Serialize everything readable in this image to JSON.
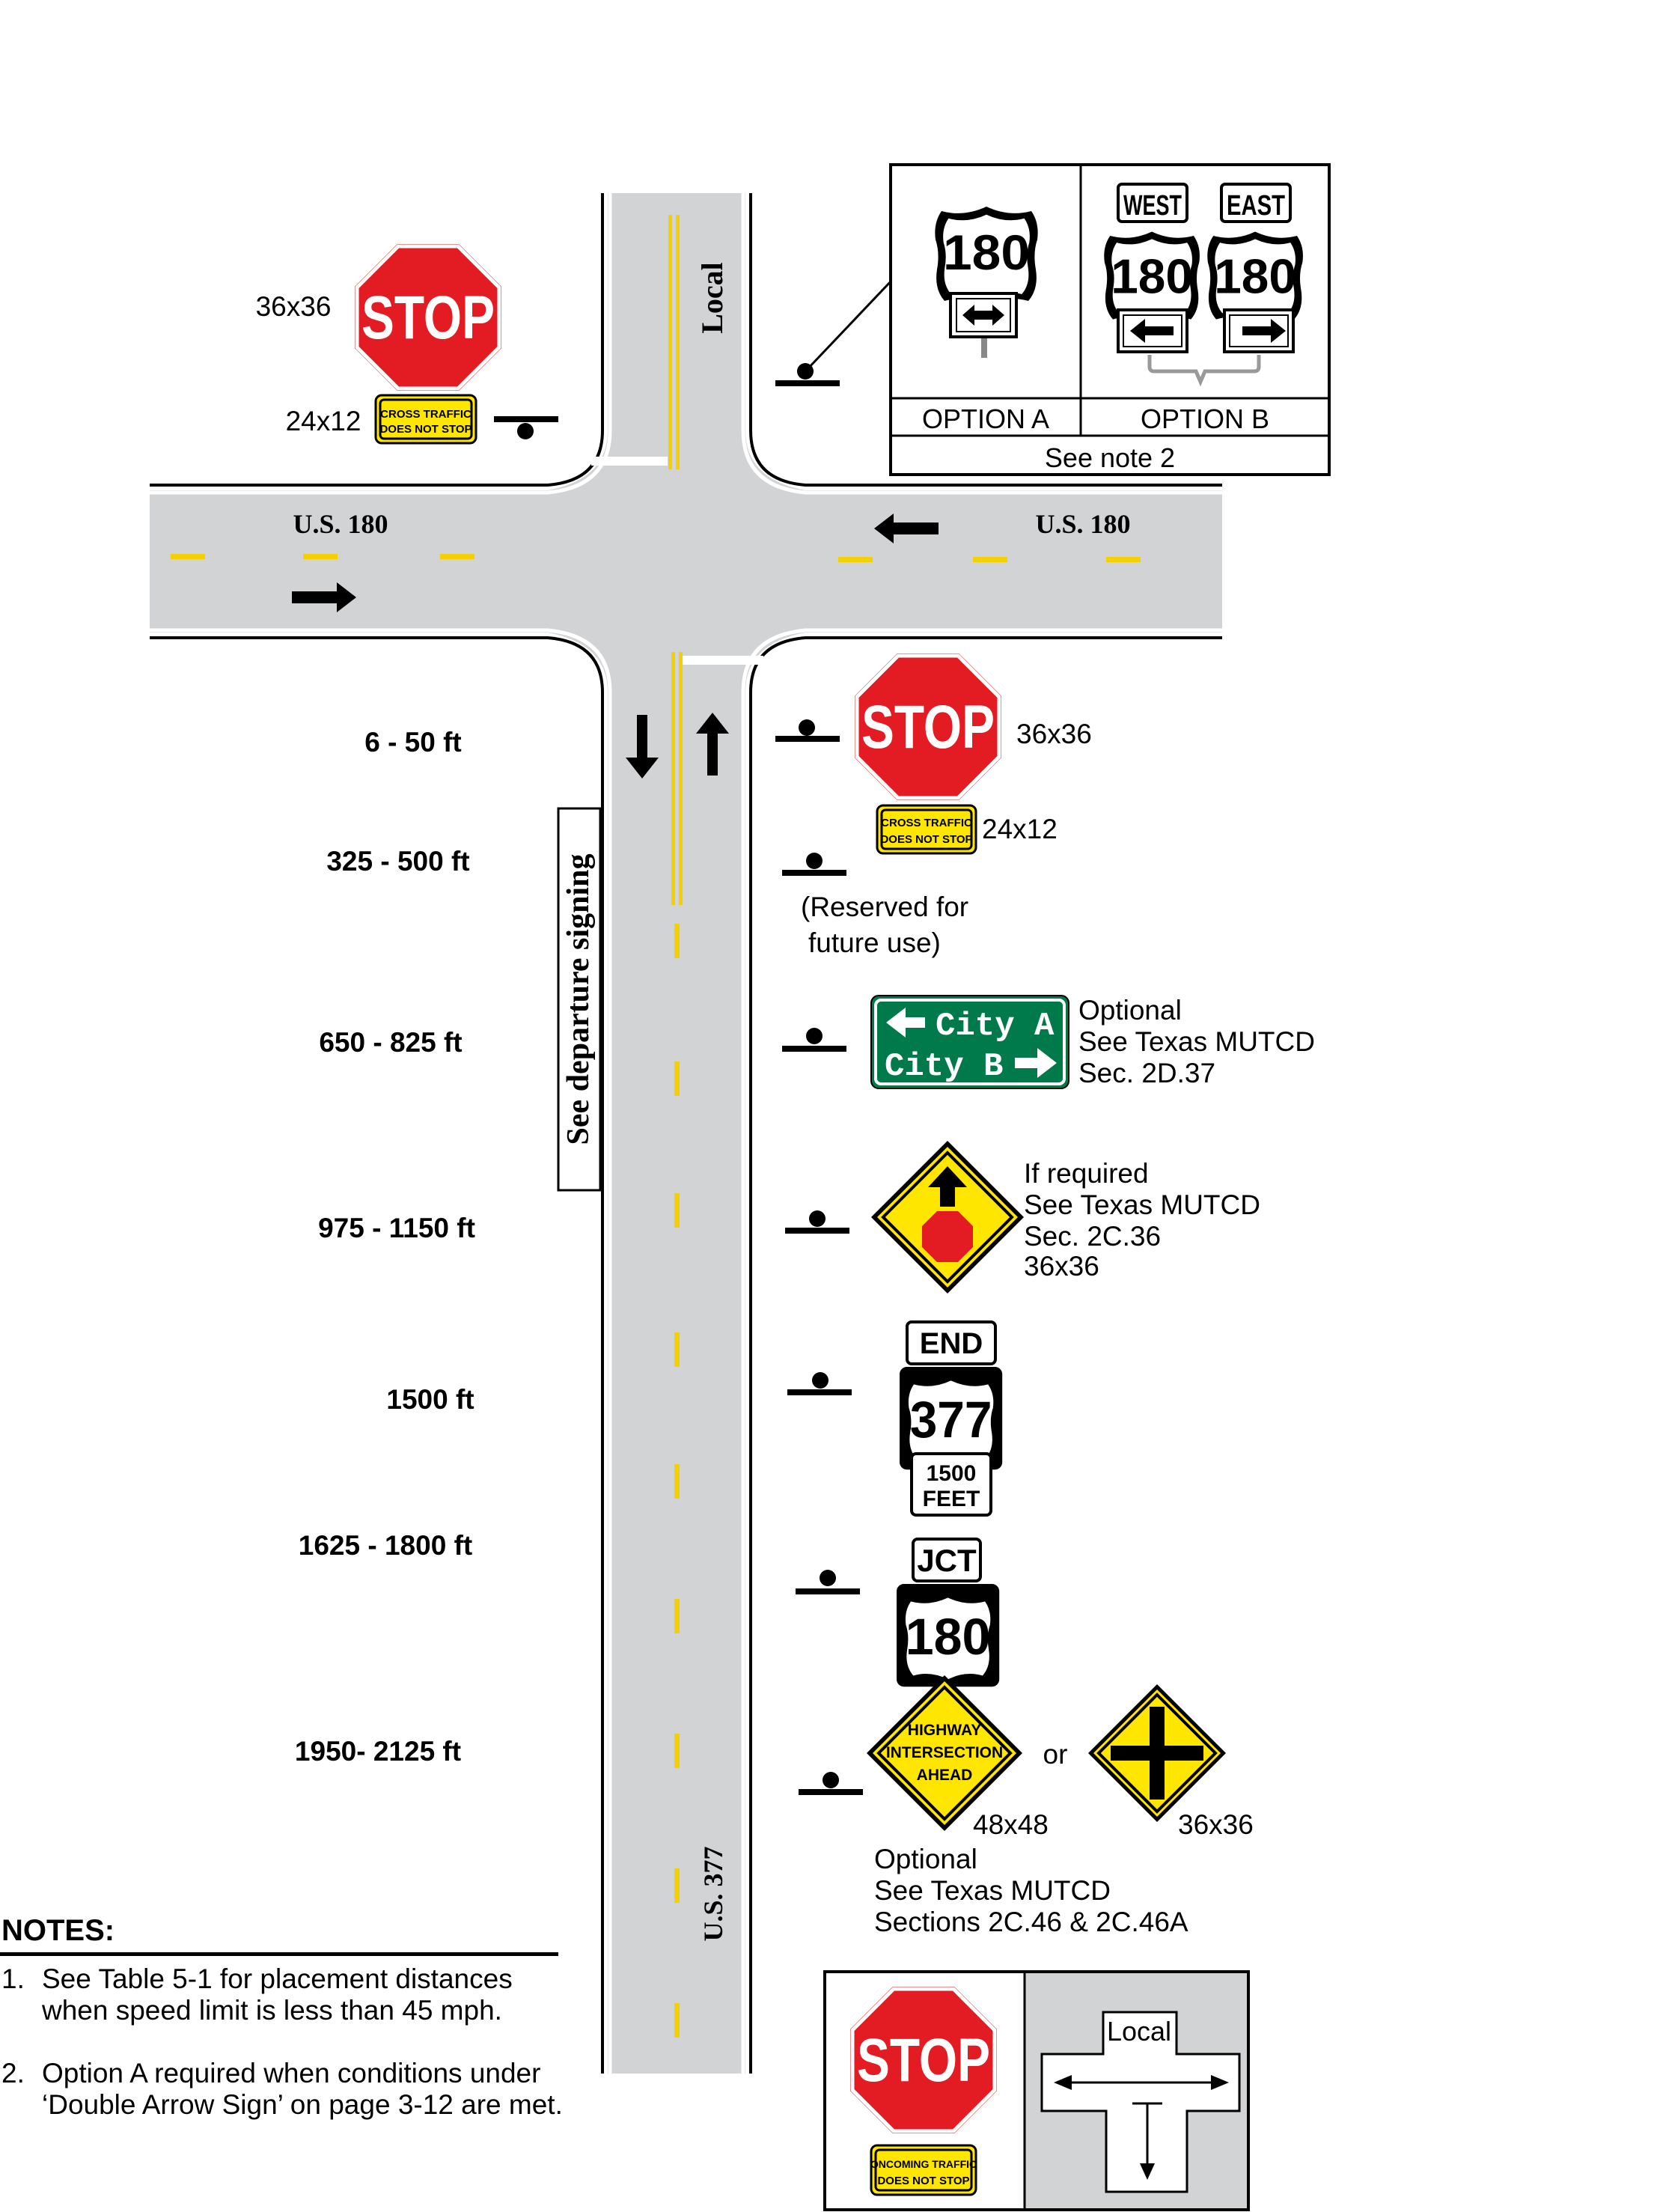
{
  "roads": {
    "us180_left": "U.S. 180",
    "us180_right": "U.S. 180",
    "local": "Local",
    "us377": "U.S. 377",
    "departure": "See departure signing"
  },
  "top_left": {
    "stop_size": "36x36",
    "plaque_size": "24x12",
    "stop_text": "STOP",
    "plaque_line1": "CROSS TRAFFIC",
    "plaque_line2": "DOES NOT STOP"
  },
  "options_box": {
    "a_shield": "180",
    "b_west_text": "WEST",
    "b_east_text": "EAST",
    "b_shield_left": "180",
    "b_shield_right": "180",
    "option_a": "OPTION A",
    "option_b": "OPTION B",
    "note": "See note 2"
  },
  "distances": {
    "d1": "6 - 50 ft",
    "d2": "325 - 500 ft",
    "d3": "650 - 825 ft",
    "d4": "975 - 1150 ft",
    "d5": "1500 ft",
    "d6": "1625 - 1800 ft",
    "d7": "1950-  2125 ft"
  },
  "signs": {
    "stop_text": "STOP",
    "stop_size": "36x36",
    "plaque_line1": "CROSS TRAFFIC",
    "plaque_line2": "DOES NOT STOP",
    "plaque_size": "24x12",
    "reserved_line1": "(Reserved for",
    "reserved_line2": "future use)",
    "guide_line1": "City A",
    "guide_line2": "City B",
    "guide_note1": "Optional",
    "guide_note2": "See Texas MUTCD",
    "guide_note3": "Sec. 2D.37",
    "stopahead_note1": "If required",
    "stopahead_note2": "See Texas MUTCD",
    "stopahead_note3": "Sec. 2C.36",
    "stopahead_note4": "36x36",
    "end_text": "END",
    "shield_377": "377",
    "feet_line1": "1500",
    "feet_line2": "FEET",
    "jct_text": "JCT",
    "shield_180": "180",
    "hia_line1": "HIGHWAY",
    "hia_line2": "INTERSECTION",
    "hia_line3": "AHEAD",
    "or_text": "or",
    "hia_size": "48x48",
    "cross_size": "36x36",
    "hia_note1": "Optional",
    "hia_note2": "See Texas MUTCD",
    "hia_note3": "Sections 2C.46 & 2C.46A"
  },
  "notes": {
    "title": "NOTES:",
    "n1_num": "1.",
    "n1_line1": "See Table 5-1 for placement distances",
    "n1_line2": "when speed limit is less than 45 mph.",
    "n2_num": "2.",
    "n2_line1": "Option A required when conditions under",
    "n2_line2": "‘Double Arrow Sign’ on page 3-12 are met."
  },
  "legend_box": {
    "stop_text": "STOP",
    "plaque_line1": "ONCOMING TRAFFIC",
    "plaque_line2": "DOES NOT STOP",
    "local": "Local"
  }
}
